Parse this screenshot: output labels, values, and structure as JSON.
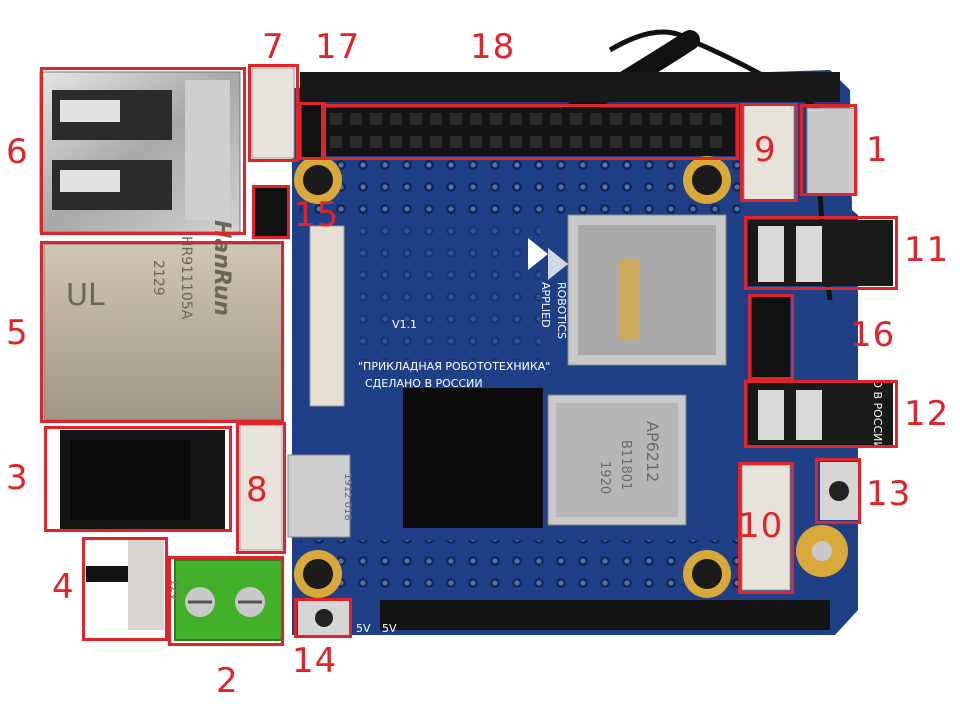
{
  "board": {
    "brand_line1": "APPLIED",
    "brand_line2": "ROBOTICS",
    "version": "V1.1",
    "slogan_line1": "\"ПРИКЛАДНАЯ РОБОТОТЕХНИКА\"",
    "slogan_line2": "СДЕЛАНО В РОССИИ",
    "side_text": "СДЕЛАНО В РОССИИ",
    "ethernet_brand": "HanRun",
    "ethernet_model": "HR911105A",
    "ethernet_code": "2129",
    "wifi_chip": "AP6212",
    "wifi_code": "B11801",
    "wifi_date": "1920",
    "usb_marking": "1912 018",
    "dc_jack_marking": "12V",
    "pin_label_a": "5V",
    "pin_label_b": "5V"
  },
  "callouts": [
    {
      "id": "1",
      "label": "1"
    },
    {
      "id": "2",
      "label": "2"
    },
    {
      "id": "3",
      "label": "3"
    },
    {
      "id": "4",
      "label": "4"
    },
    {
      "id": "5",
      "label": "5"
    },
    {
      "id": "6",
      "label": "6"
    },
    {
      "id": "7",
      "label": "7"
    },
    {
      "id": "8",
      "label": "8"
    },
    {
      "id": "9",
      "label": "9"
    },
    {
      "id": "10",
      "label": "10"
    },
    {
      "id": "11",
      "label": "11"
    },
    {
      "id": "12",
      "label": "12"
    },
    {
      "id": "13",
      "label": "13"
    },
    {
      "id": "14",
      "label": "14"
    },
    {
      "id": "15",
      "label": "15"
    },
    {
      "id": "16",
      "label": "16"
    },
    {
      "id": "17",
      "label": "17"
    },
    {
      "id": "18",
      "label": "18"
    }
  ],
  "colors": {
    "pcb": "#1f3f86",
    "pcb_dark": "#16305f",
    "callout": "#e0242b",
    "header": "#141414",
    "terminal_green": "#43b02a",
    "gold": "#d8a93a",
    "metal": "#b9b9b9"
  }
}
